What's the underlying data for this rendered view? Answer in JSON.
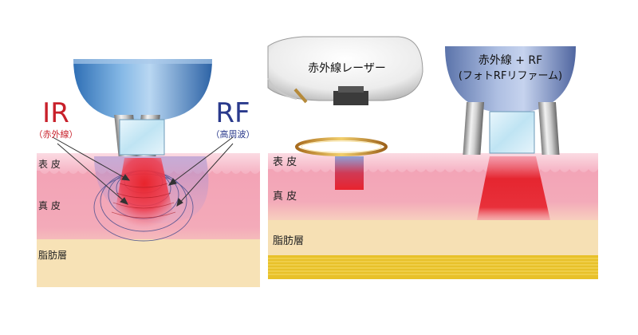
{
  "left_panel": {
    "ir_label": "IR",
    "ir_sublabel": "（赤外線）",
    "rf_label": "RF",
    "rf_sublabel": "（高周波）",
    "layer_epidermis": "表 皮",
    "layer_dermis": "真 皮",
    "layer_fat": "脂肪層"
  },
  "right_panel": {
    "laser_head_label": "赤外線レーザー",
    "photo_rf_line1": "赤外線 + RF",
    "photo_rf_line2": "(フォトRFリファーム)",
    "layer_epidermis": "表 皮",
    "layer_dermis": "真 皮",
    "layer_fat": "脂肪層"
  },
  "colors": {
    "ir_red": "#c8202a",
    "rf_blue": "#2a3a8c",
    "skin_pink": "#f3a3b6",
    "fat_yellow": "#f6e2b0",
    "fat_band": "#e8c12a"
  }
}
